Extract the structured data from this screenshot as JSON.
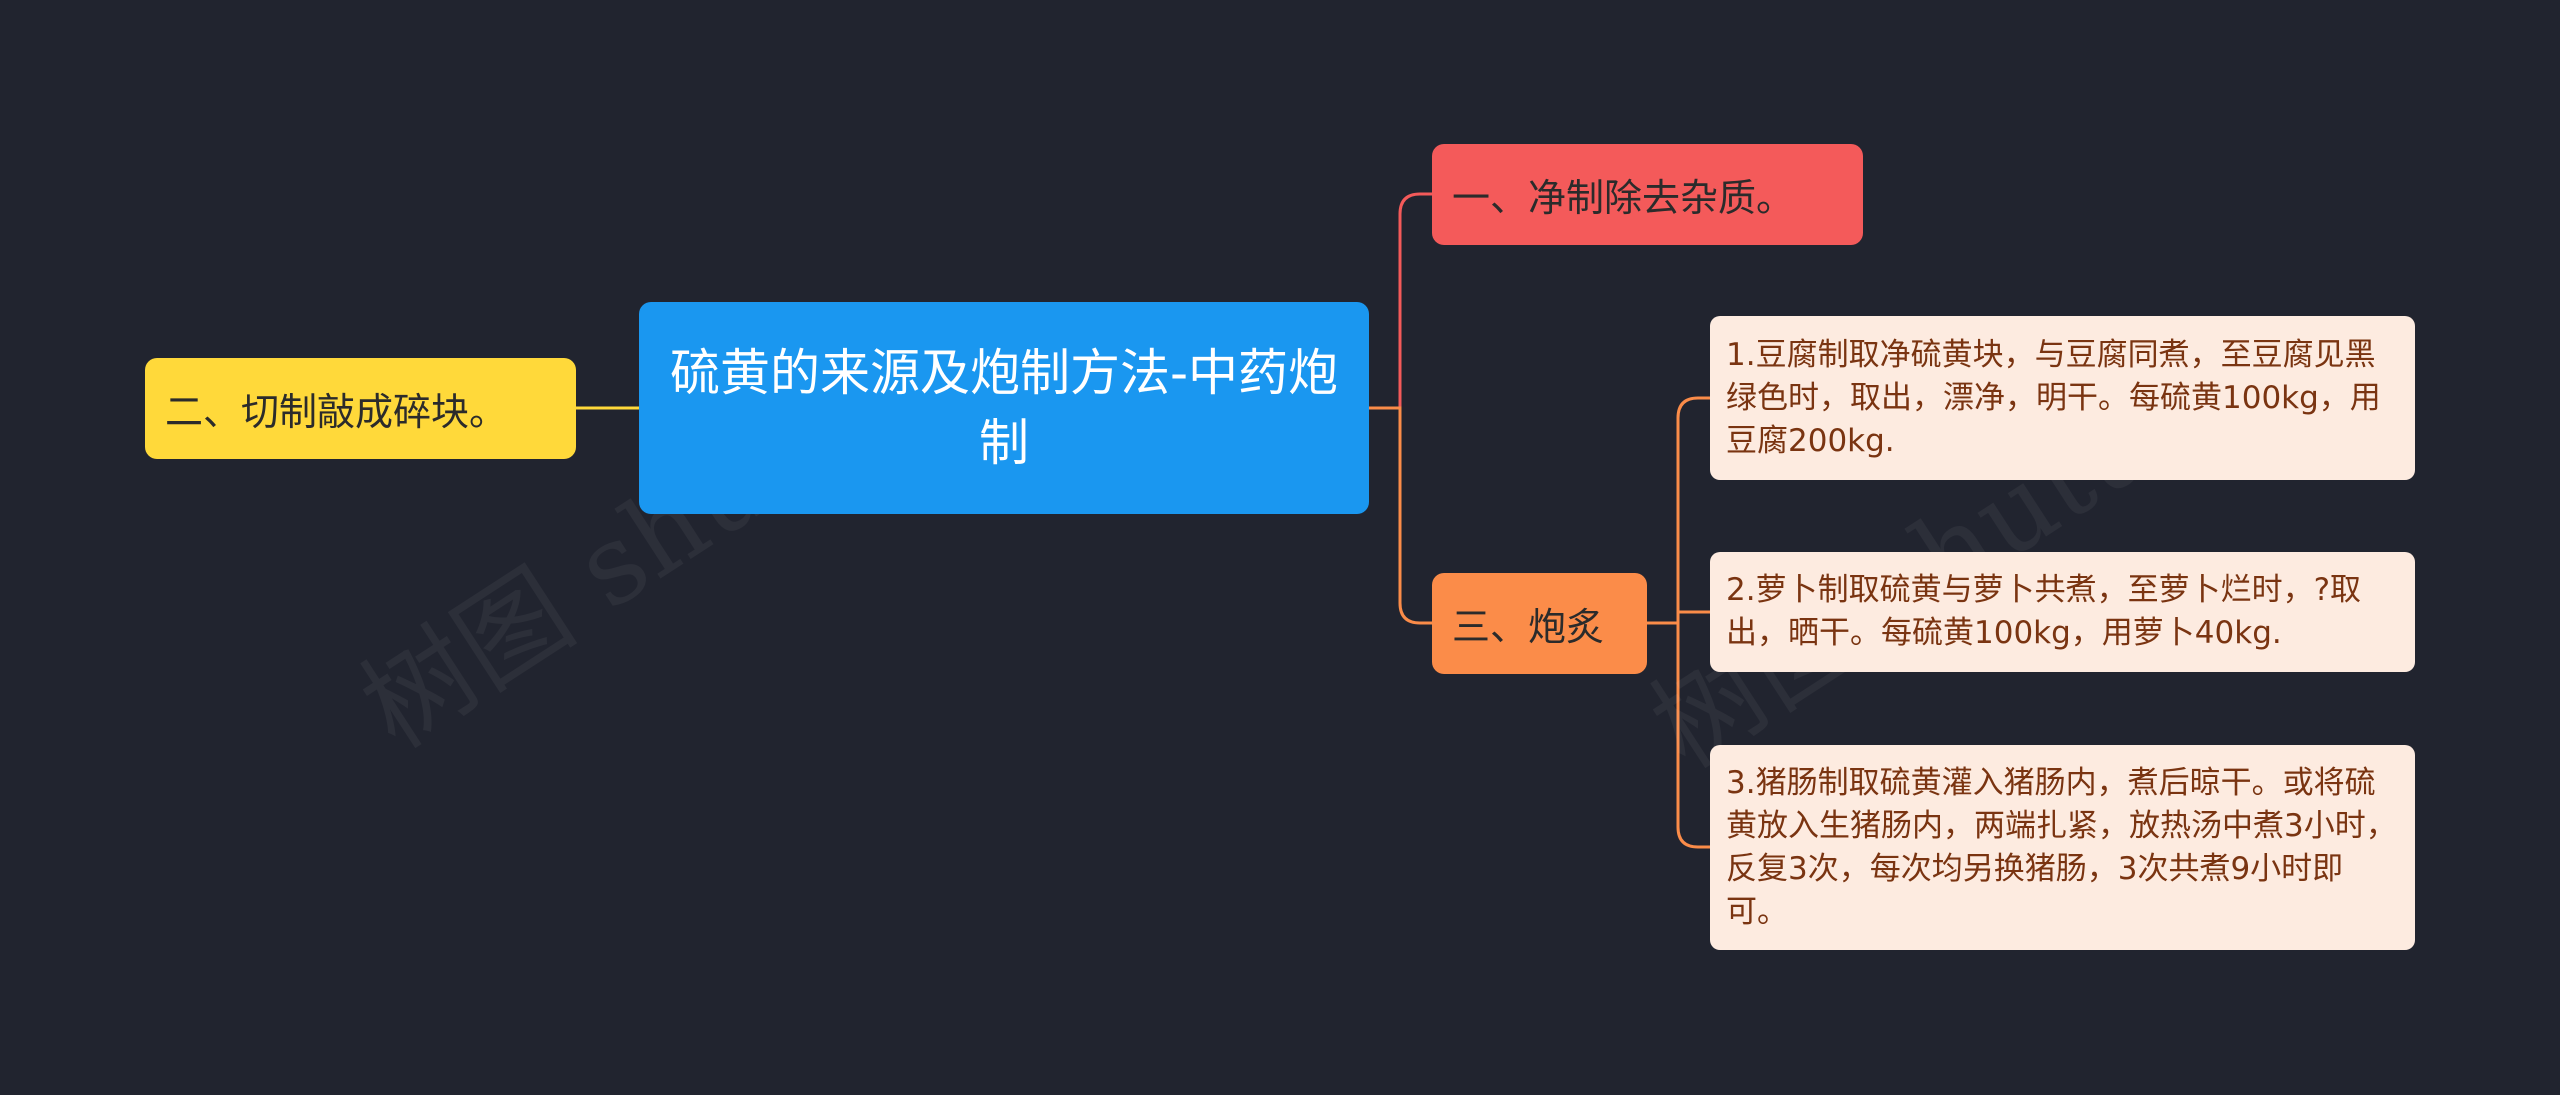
{
  "mindmap": {
    "root": {
      "label": "硫黄的来源及炮制方法-中药炮制",
      "color": "#1a97f0"
    },
    "left_branch": {
      "label": "二、切制敲成碎块。",
      "color": "#ffd93a",
      "line_color": "#ffd93a"
    },
    "right_branches": [
      {
        "label": "一、净制除去杂质。",
        "color": "#f45a5a",
        "line_color": "#f45a5a"
      },
      {
        "label": "三、炮炙",
        "color": "#fb8c49",
        "line_color": "#fb8c49",
        "children": [
          {
            "label": "1.豆腐制取净硫黄块，与豆腐同煮，至豆腐见黑绿色时，取出，漂净，明干。每硫黄100kg，用豆腐200kg."
          },
          {
            "label": "2.萝卜制取硫黄与萝卜共煮，至萝卜烂时，?取出，晒干。每硫黄100kg，用萝卜40kg."
          },
          {
            "label": "3.猪肠制取硫黄灌入猪肠内，煮后晾干。或将硫黄放入生猪肠内，两端扎紧，放热汤中煮3小时，反复3次，每次均另换猪肠，3次共煮9小时即可。"
          }
        ]
      }
    ]
  },
  "watermarks": [
    "树图 shutu.cn",
    "树图 shutu.cn"
  ],
  "theme": {
    "background": "#21242f",
    "leaf_background": "#fdebe0",
    "leaf_text": "#7a3411"
  }
}
